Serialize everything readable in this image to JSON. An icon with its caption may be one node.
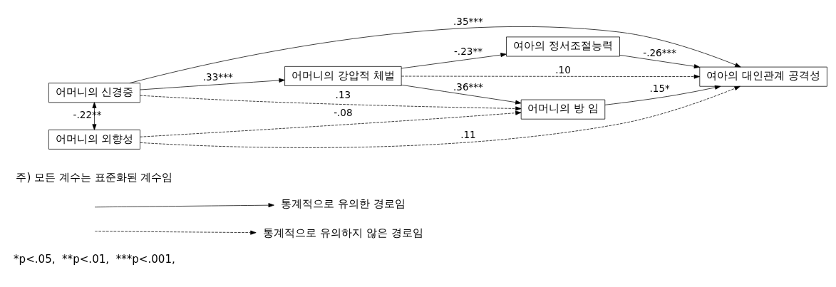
{
  "diagram": {
    "nodes": [
      {
        "text": [
          "어머니의 신경증"
        ]
      },
      {
        "text": [
          "어머니의 외향성"
        ]
      },
      {
        "text": [
          "어머니의 강압적 체벌"
        ]
      },
      {
        "text": [
          "어머니의 방 임"
        ]
      },
      {
        "text": [
          "여아의 정서조절능력"
        ]
      },
      {
        "text": [
          "여아의 대인관계 공격성"
        ]
      }
    ],
    "edges": [
      {
        "from": 0,
        "to": 1,
        "arrow": "both",
        "label": "-.22**"
      },
      {
        "from": 0,
        "to": 2,
        "arrow": "to",
        "label": ".33***"
      },
      {
        "from": 0,
        "to": 5,
        "arrow": "to",
        "label": ".35***"
      },
      {
        "from": 0,
        "to": 3,
        "arrow": "to",
        "label": ".13",
        "style": "dashed"
      },
      {
        "from": 2,
        "to": 3,
        "arrow": "to",
        "label": ".36***"
      },
      {
        "from": 2,
        "to": 4,
        "arrow": "to",
        "label": "-.23**"
      },
      {
        "from": 2,
        "to": 5,
        "arrow": "to",
        "label": ".10",
        "style": "dashed"
      },
      {
        "from": 4,
        "to": 5,
        "arrow": "to",
        "label": "-.26***"
      },
      {
        "from": 1,
        "to": 5,
        "arrow": "to",
        "label": ".11",
        "style": "dashed"
      },
      {
        "from": 1,
        "to": 3,
        "arrow": "to",
        "label": "-.08",
        "style": "dashed"
      },
      {
        "from": 3,
        "to": 5,
        "arrow": "to",
        "label": ".15*"
      }
    ],
    "labels": [
      "주) 모든 계수는 표준화된 계수임",
      "*p<.05,  **p<.01,  ***p<.001,"
    ],
    "legend": [
      {
        "text": "통계적으로 유의한 경로임"
      },
      {
        "text": "통계적으로 유의하지 않은 경로임"
      }
    ]
  }
}
